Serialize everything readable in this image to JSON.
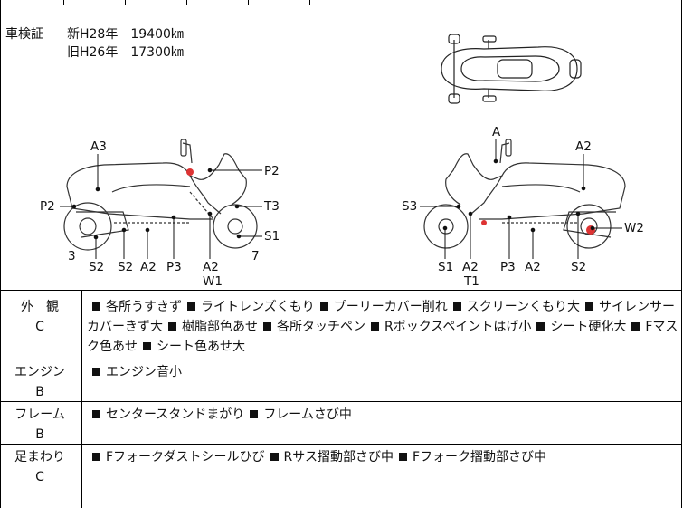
{
  "registration": {
    "label": "車検証",
    "new_line": "新H28年　19400㎞",
    "old_line": "旧H26年　17300㎞"
  },
  "diagram_left": {
    "callouts": [
      "A3",
      "P2",
      "P2",
      "T3",
      "S1",
      "3",
      "7",
      "S2",
      "S2",
      "A2",
      "P3",
      "A2",
      "W1"
    ]
  },
  "diagram_right": {
    "callouts": [
      "A",
      "A2",
      "S3",
      "W2",
      "S1",
      "A2",
      "T1",
      "P3",
      "A2",
      "S2"
    ]
  },
  "conditions": [
    {
      "name": "外　観",
      "grade": "C",
      "items": [
        "各所うすきず",
        "ライトレンズくもり",
        "プーリーカバー削れ",
        "スクリーンくもり大",
        "サイレンサーカバーきず大",
        "樹脂部色あせ",
        "各所タッチペン",
        "Rボックスペイントはげ小",
        "シート硬化大",
        "Fマスク色あせ",
        "シート色あせ大"
      ]
    },
    {
      "name": "エンジン",
      "grade": "B",
      "items": [
        "エンジン音小"
      ]
    },
    {
      "name": "フレーム",
      "grade": "B",
      "items": [
        "センタースタンドまがり",
        "フレームさび中"
      ]
    },
    {
      "name": "足まわり",
      "grade": "C",
      "items": [
        "Fフォークダストシールひび",
        "Rサス摺動部さび中",
        "Fフォーク摺動部さび中"
      ]
    }
  ]
}
